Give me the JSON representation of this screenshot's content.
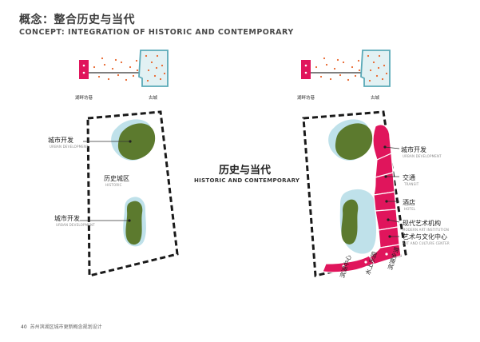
{
  "header": {
    "title_cn": "概念：整合历史与当代",
    "title_en": "CONCEPT: INTEGRATION OF HISTORIC AND CONTEMPORARY"
  },
  "left_diagram": {
    "top_labels": {
      "left": "湖畔坊巷",
      "right": "古城"
    },
    "urban_dev_top": {
      "cn": "城市开发",
      "en": "URBAN DEVELOPMENT"
    },
    "historic_district": {
      "cn": "历史城区",
      "en": "HISTORIC"
    },
    "urban_dev_bottom": {
      "cn": "城市开发",
      "en": "URBAN DEVELOPMENT"
    }
  },
  "center": {
    "title_cn": "历史与当代",
    "title_en": "HISTORIC AND CONTEMPORARY"
  },
  "right_diagram": {
    "top_labels": {
      "left": "湖畔坊巷",
      "right": "古城"
    },
    "urban_dev": {
      "cn": "城市开发",
      "en": "URBAN DEVELOPMENT"
    },
    "transit": {
      "cn": "交通",
      "en": "TRANSIT"
    },
    "hotel": {
      "cn": "酒店",
      "en": "HOTEL"
    },
    "modern_art": {
      "cn": "现代艺术机构",
      "en": "MODERN ART INSTITUTION"
    },
    "art_culture": {
      "cn": "艺术与文化中心",
      "en": "ART AND CULTURE CENTER"
    },
    "rotated": {
      "a": "滨湖中心",
      "b": "水上乐园",
      "c": "滨湖步道"
    }
  },
  "footer": {
    "page_number": "40",
    "text": "苏州滨湖区城市更新概念规划设计"
  },
  "colors": {
    "magenta": "#e0155c",
    "green": "#5c7a2e",
    "light_blue": "#bfe1ea",
    "dot_orange": "#e8642a"
  }
}
